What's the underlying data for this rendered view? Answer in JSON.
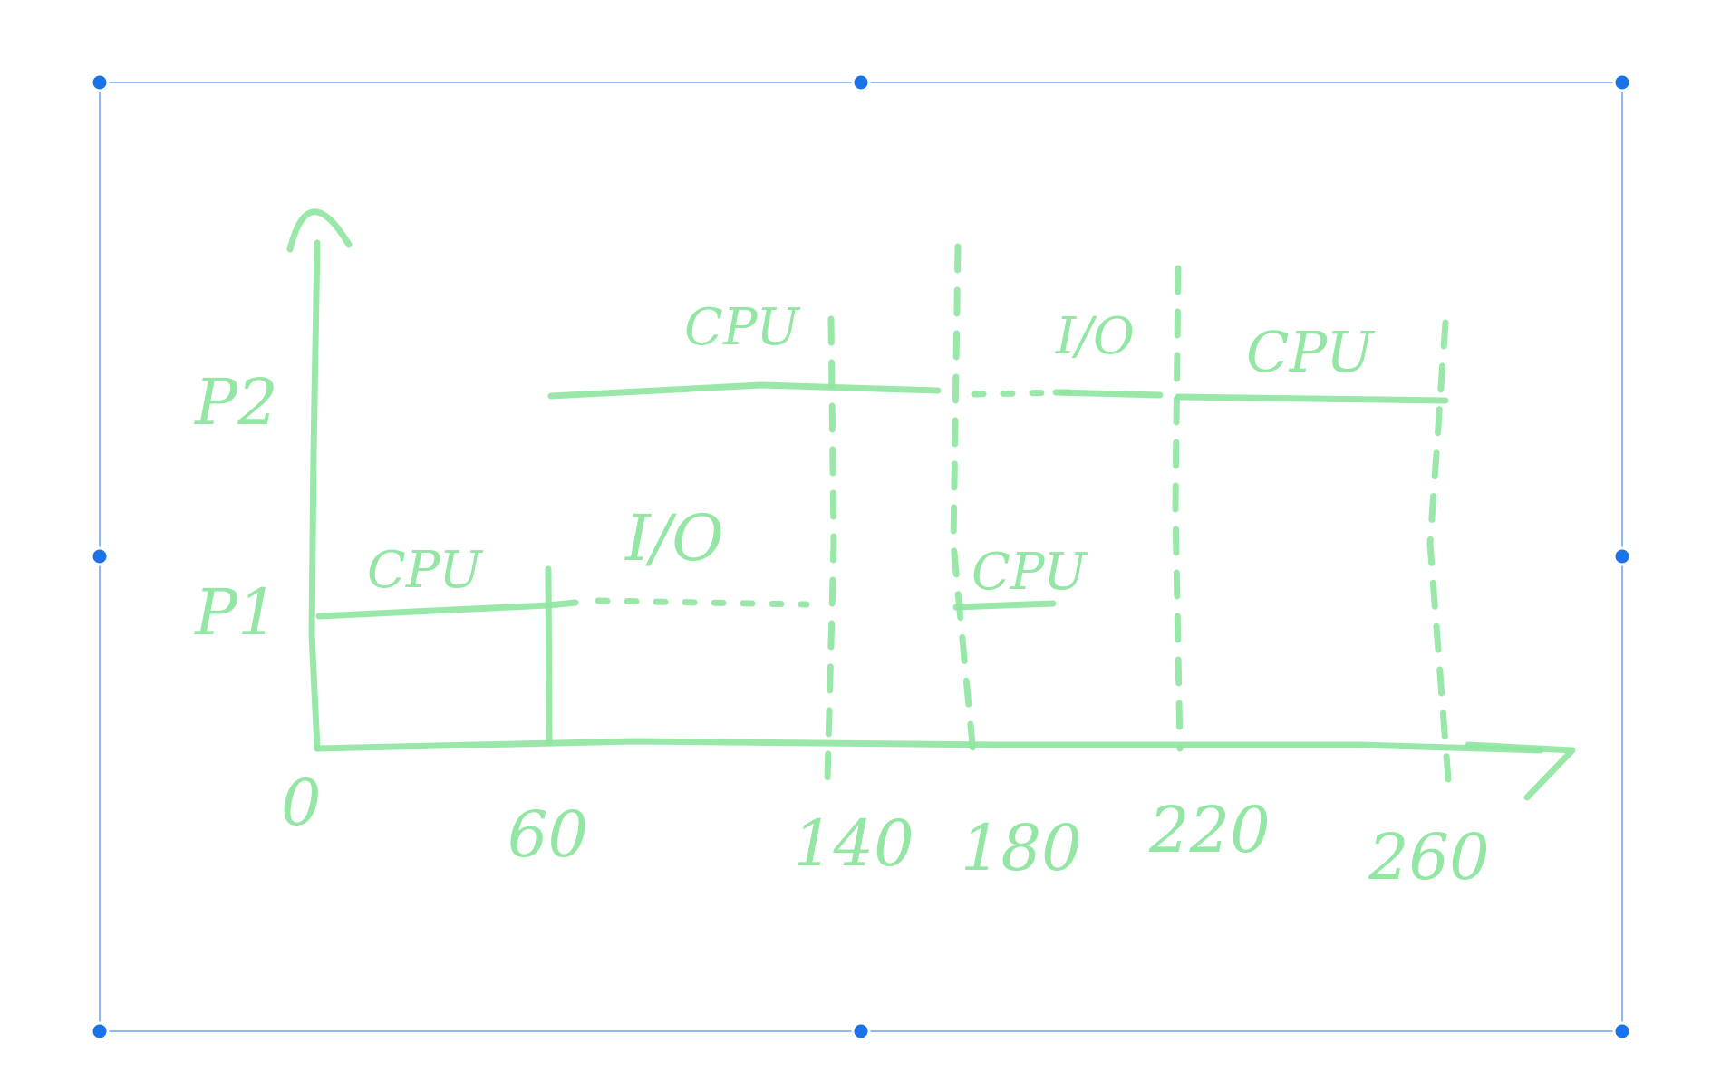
{
  "diagram": {
    "processes": [
      {
        "label": "P1"
      },
      {
        "label": "P2"
      }
    ],
    "axis": {
      "origin_label": "0",
      "ticks": [
        "60",
        "140",
        "180",
        "220",
        "260"
      ]
    },
    "segments": {
      "p1_cpu_first": "CPU",
      "p1_io": "I/O",
      "p1_cpu_second": "CPU",
      "p2_cpu_first": "CPU",
      "p2_io": "I/O",
      "p2_cpu_second": "CPU"
    },
    "ink_color": "#8ee5a0",
    "selection_color": "#1a73e8"
  }
}
